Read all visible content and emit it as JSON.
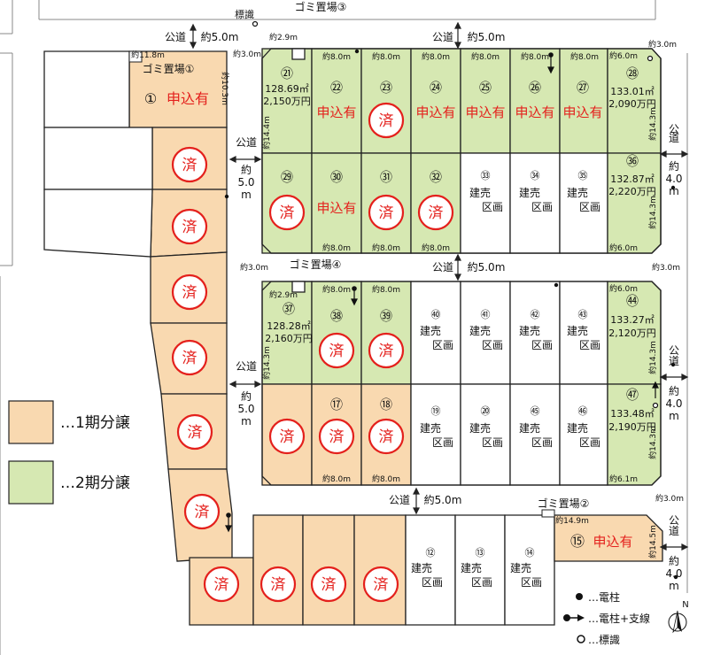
{
  "colors": {
    "phase1": "#f9d9b0",
    "phase2": "#d6e8b2",
    "road": "#ffffff",
    "stamp": "#e4201c",
    "line": "#222222"
  },
  "legend": {
    "phase1": "…1期分譲",
    "phase2": "…2期分譲",
    "pole": "…電柱",
    "pole_stay": "…電柱+支線",
    "sign": "…標識",
    "north": "N"
  },
  "labels": {
    "hyoshiki": "標識",
    "gomi1": "ゴミ置場①",
    "gomi2": "ゴミ置場②",
    "gomi3": "ゴミ置場③",
    "gomi4": "ゴミ置場④",
    "koudou": "公道",
    "road_5": "約5.0m",
    "road_5_v": [
      "約",
      "5.0",
      "m"
    ],
    "road_4_v": [
      "約",
      "4.0",
      "m"
    ],
    "koudou_v": [
      "公",
      "道"
    ],
    "applied": "申込有",
    "sold": "済",
    "build1": "建売",
    "build2": "区画",
    "dims": {
      "d118": "約11.8m",
      "d103": "約10.3m",
      "d29a": "約2.9m",
      "d30a": "約3.0m",
      "d80": "約8.0m",
      "d60": "約6.0m",
      "d30b": "約3.0m",
      "d144": "約14.4m",
      "d143": "約14.3m",
      "d61": "約6.1m",
      "d149": "約14.9m",
      "d145": "約14.5m"
    }
  },
  "lots": {
    "l1": {
      "no": "①"
    },
    "l12": {
      "no": "⑫"
    },
    "l13": {
      "no": "⑬"
    },
    "l14": {
      "no": "⑭"
    },
    "l15": {
      "no": "⑮"
    },
    "l17": {
      "no": "⑰"
    },
    "l18": {
      "no": "⑱"
    },
    "l19": {
      "no": "⑲"
    },
    "l20": {
      "no": "⑳"
    },
    "l21": {
      "no": "㉑",
      "area": "128.69㎡",
      "price": "2,150万円"
    },
    "l22": {
      "no": "㉒"
    },
    "l23": {
      "no": "㉓"
    },
    "l24": {
      "no": "㉔"
    },
    "l25": {
      "no": "㉕"
    },
    "l26": {
      "no": "㉖"
    },
    "l27": {
      "no": "㉗"
    },
    "l28": {
      "no": "㉘",
      "area": "133.01㎡",
      "price": "2,090万円"
    },
    "l29": {
      "no": "㉙"
    },
    "l30": {
      "no": "㉚"
    },
    "l31": {
      "no": "㉛"
    },
    "l32": {
      "no": "㉜"
    },
    "l33": {
      "no": "㉝"
    },
    "l34": {
      "no": "㉞"
    },
    "l35": {
      "no": "㉟"
    },
    "l36": {
      "no": "㊱",
      "area": "132.87㎡",
      "price": "2,220万円"
    },
    "l37": {
      "no": "㊲",
      "area": "128.28㎡",
      "price": "2,160万円"
    },
    "l38": {
      "no": "㊳"
    },
    "l39": {
      "no": "㊴"
    },
    "l40": {
      "no": "㊵"
    },
    "l41": {
      "no": "㊶"
    },
    "l42": {
      "no": "㊷"
    },
    "l43": {
      "no": "㊸"
    },
    "l44": {
      "no": "㊹",
      "area": "133.27㎡",
      "price": "2,120万円"
    },
    "l45": {
      "no": "㊺"
    },
    "l46": {
      "no": "㊻"
    },
    "l47": {
      "no": "㊼",
      "area": "133.48㎡",
      "price": "2,190万円"
    }
  }
}
